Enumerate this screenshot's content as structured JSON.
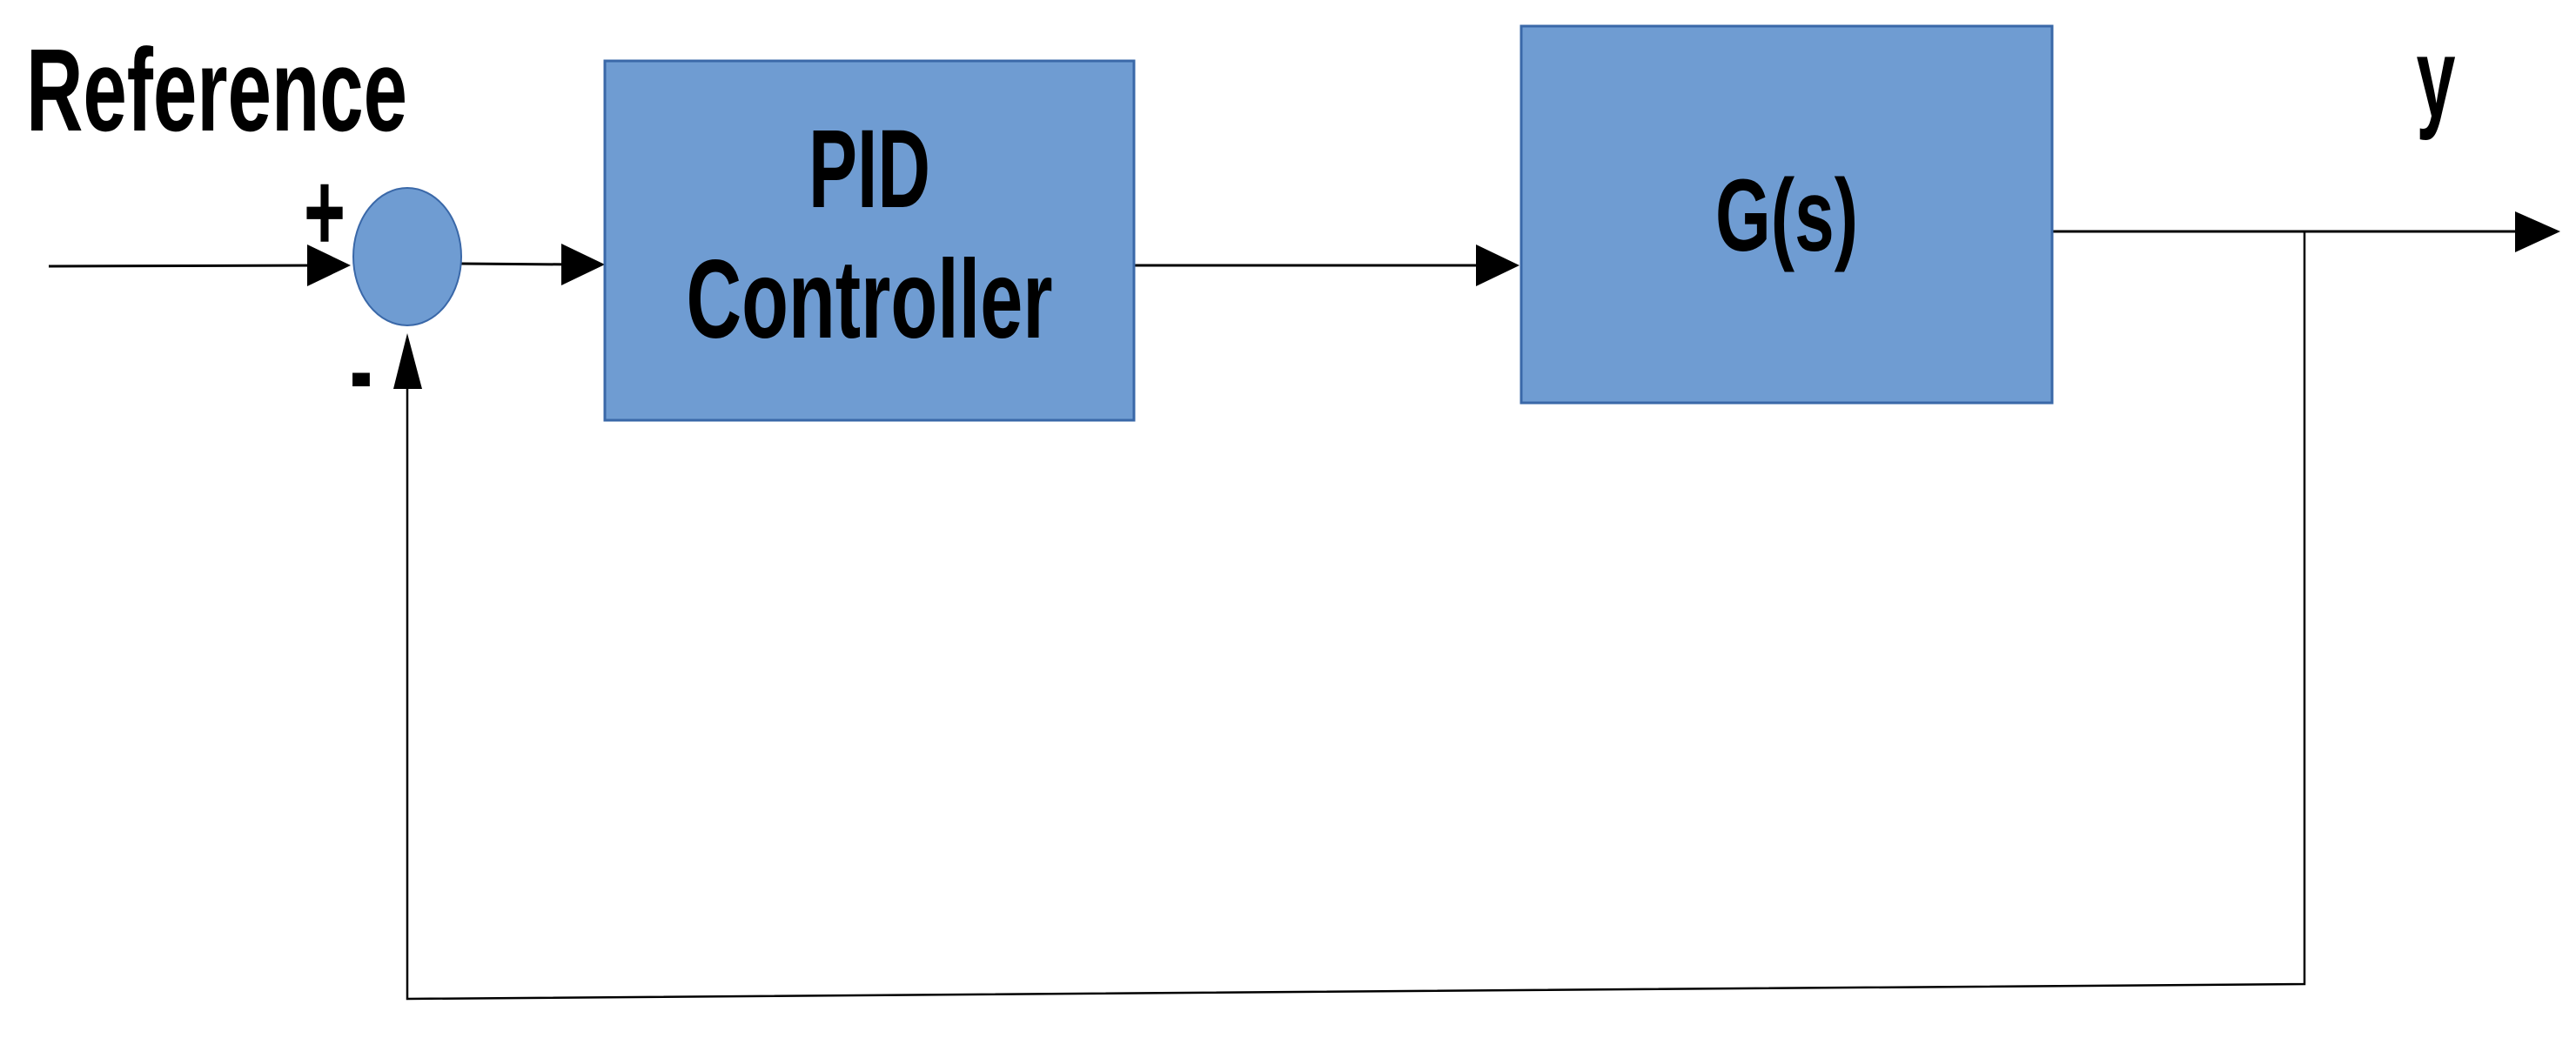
{
  "title": "PID control loop block diagram",
  "colors": {
    "background": "#ffffff",
    "shape_fill": "#6F9CD2",
    "shape_border": "#3A68A8",
    "wire": "#000000",
    "text": "#000000"
  },
  "diagram": {
    "type": "block-diagram",
    "input_label": "Reference",
    "output_label": "y",
    "summing_junction": {
      "shape": "ellipse",
      "positive_sign": "+",
      "negative_sign": "-"
    },
    "blocks": [
      {
        "id": "controller",
        "label_line1": "PID",
        "label_line2": "Controller"
      },
      {
        "id": "plant",
        "label": "G(s)"
      }
    ],
    "connections": [
      {
        "from": "reference-input",
        "to": "summing-junction",
        "sign": "+"
      },
      {
        "from": "summing-junction",
        "to": "pid-controller"
      },
      {
        "from": "pid-controller",
        "to": "plant-G(s)"
      },
      {
        "from": "plant-G(s)",
        "to": "output-y"
      },
      {
        "from": "output-y",
        "to": "summing-junction",
        "sign": "-",
        "type": "feedback"
      }
    ]
  }
}
